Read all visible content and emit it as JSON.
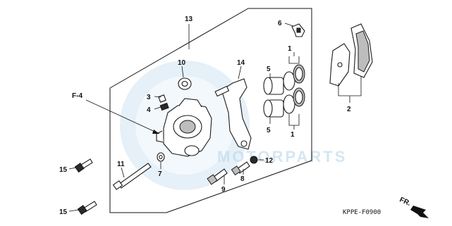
{
  "diagram": {
    "catalog_code": "KPPE-F0900",
    "ref_label": "F-4",
    "direction_label": "FR.",
    "watermark_text": "MOTORPARTS",
    "accent_color": "#111111",
    "watermark_color": "#cfe3f2",
    "callouts": {
      "c1a": "1",
      "c1b": "1",
      "c2": "2",
      "c3": "3",
      "c4": "4",
      "c5a": "5",
      "c5b": "5",
      "c6": "6",
      "c7": "7",
      "c8": "8",
      "c9": "9",
      "c10": "10",
      "c11": "11",
      "c12": "12",
      "c13": "13",
      "c14": "14",
      "c15a": "15",
      "c15b": "15"
    }
  }
}
